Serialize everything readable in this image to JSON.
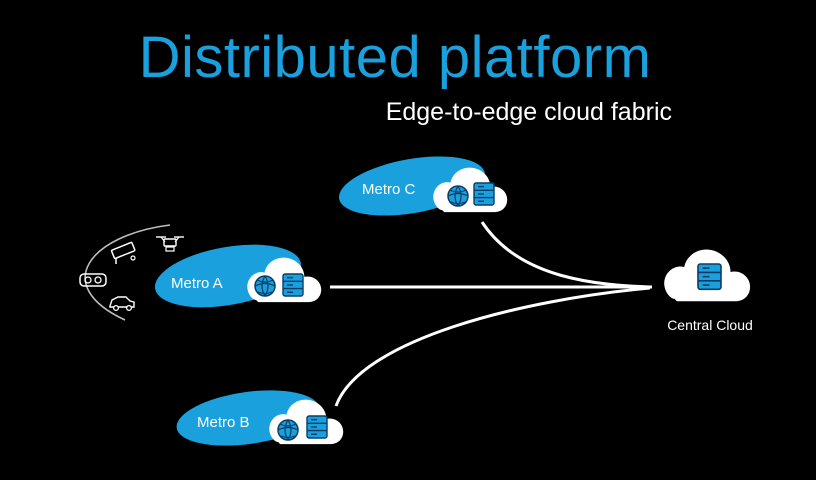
{
  "header": {
    "title": "Distributed platform",
    "subtitle": "Edge-to-edge cloud fabric"
  },
  "nodes": {
    "metro_c": "Metro C",
    "metro_a": "Metro A",
    "metro_b": "Metro B",
    "central": "Central Cloud"
  },
  "edge_devices": [
    "camera-icon",
    "drone-icon",
    "vr-headset-icon",
    "car-icon"
  ],
  "colors": {
    "accent": "#1aa0dc",
    "cloud": "#ffffff",
    "background": "#000000"
  }
}
